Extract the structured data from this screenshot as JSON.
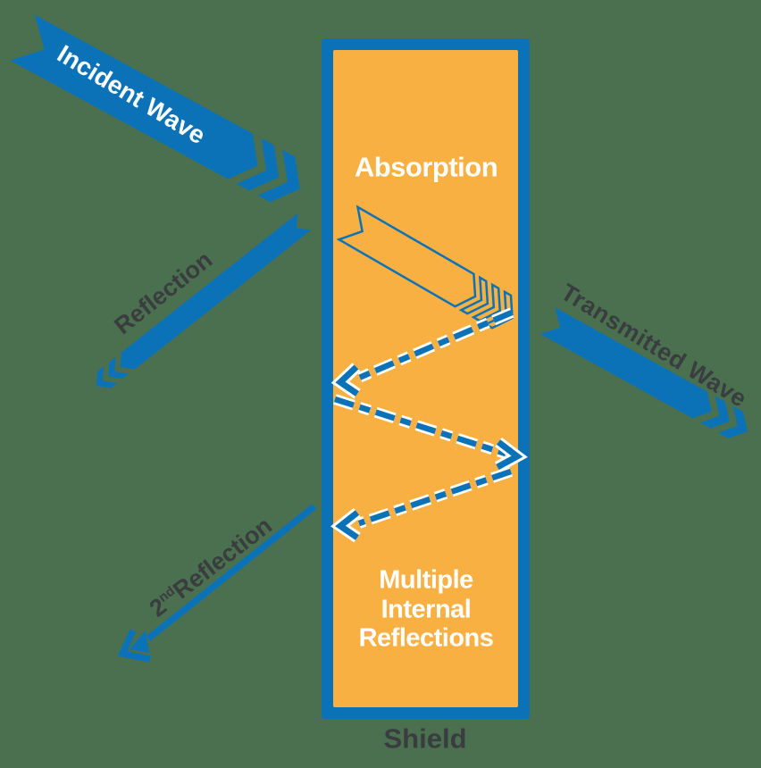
{
  "title": "Electromagnetic shielding mechanisms diagram",
  "colors": {
    "blue": "#0c72b8",
    "orange": "#f9b042",
    "dark_text": "#3a3d40",
    "white_text": "#ffffff",
    "background": "#4a704f",
    "casing": "#ffffff"
  },
  "labels": {
    "incident_wave": "Incident Wave",
    "reflection": "Reflection",
    "absorption": "Absorption",
    "transmitted_wave": "Transmitted Wave",
    "second_reflection": {
      "base": "2",
      "sup": "nd",
      "rest": "Reflection"
    },
    "multiple_internal": [
      "Multiple",
      "Internal",
      "Reflections"
    ],
    "shield": "Shield"
  }
}
